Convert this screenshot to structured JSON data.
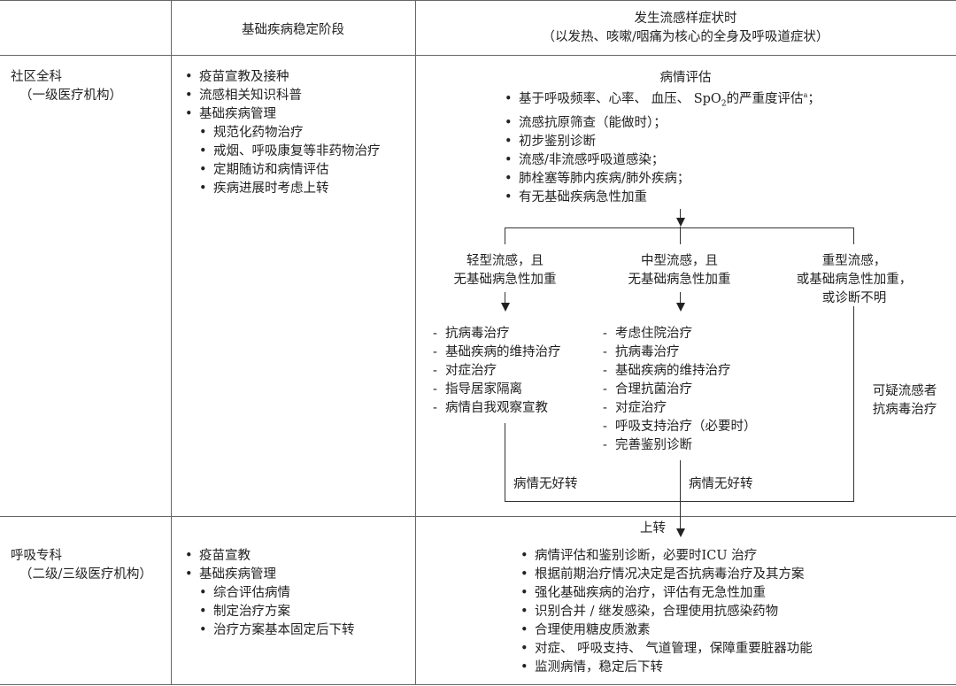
{
  "header": {
    "col_stable": "基础疾病稳定阶段",
    "col_flu_line1": "发生流感样症状时",
    "col_flu_line2": "（以发热、咳嗽/咽痛为核心的全身及呼吸道症状）"
  },
  "rows": {
    "community_name": "社区全科",
    "community_sub": "（一级医疗机构）",
    "respiratory_name": "呼吸专科",
    "respiratory_sub": "（二级/三级医疗机构）"
  },
  "community_stable": {
    "items": [
      "疫苗宣教及接种",
      "流感相关知识科普",
      "基础疾病管理"
    ],
    "sub_items": [
      "规范化药物治疗",
      "戒烟、呼吸康复等非药物治疗",
      "定期随访和病情评估",
      "疾病进展时考虑上转"
    ]
  },
  "assessment": {
    "title": "病情评估",
    "item1_pre": "基于呼吸频率、心率、 血压、 SpO",
    "item1_sub": "2",
    "item1_post": "的严重度评估",
    "item1_sup": "a",
    "item1_end": "；",
    "items": [
      "流感抗原筛查（能做时）；",
      "初步鉴别诊断",
      "流感/非流感呼吸道感染；",
      "肺栓塞等肺内疾病/肺外疾病；",
      "有无基础疾病急性加重"
    ]
  },
  "branches": {
    "mild_line1": "轻型流感，且",
    "mild_line2": "无基础病急性加重",
    "moderate_line1": "中型流感，且",
    "moderate_line2": "无基础病急性加重",
    "severe_line1": "重型流感，",
    "severe_line2": "或基础病急性加重，",
    "severe_line3": "或诊断不明"
  },
  "mild_treatment": [
    "抗病毒治疗",
    "基础疾病的维持治疗",
    "对症治疗",
    "指导居家隔离",
    "病情自我观察宣教"
  ],
  "moderate_treatment": [
    "考虑住院治疗",
    "抗病毒治疗",
    "基础疾病的维持治疗",
    "合理抗菌治疗",
    "对症治疗",
    "呼吸支持治疗（必要时）",
    "完善鉴别诊断"
  ],
  "severe_note_line1": "可疑流感者",
  "severe_note_line2": "抗病毒治疗",
  "no_improve_1": "病情无好转",
  "no_improve_2": "病情无好转",
  "transfer_up": "上转",
  "respiratory_stable": {
    "items": [
      "疫苗宣教",
      "基础疾病管理"
    ],
    "sub_items": [
      "综合评估病情",
      "制定治疗方案",
      "治疗方案基本固定后下转"
    ]
  },
  "respiratory_flu": {
    "items": [
      "病情评估和鉴别诊断，必要时ICU 治疗",
      "根据前期治疗情况决定是否抗病毒治疗及其方案",
      "强化基础疾病的治疗，评估有无急性加重",
      "识别合并 / 继发感染，合理使用抗感染药物",
      "合理使用糖皮质激素",
      "对症、 呼吸支持、 气道管理，保障重要脏器功能",
      "监测病情，稳定后下转"
    ]
  }
}
